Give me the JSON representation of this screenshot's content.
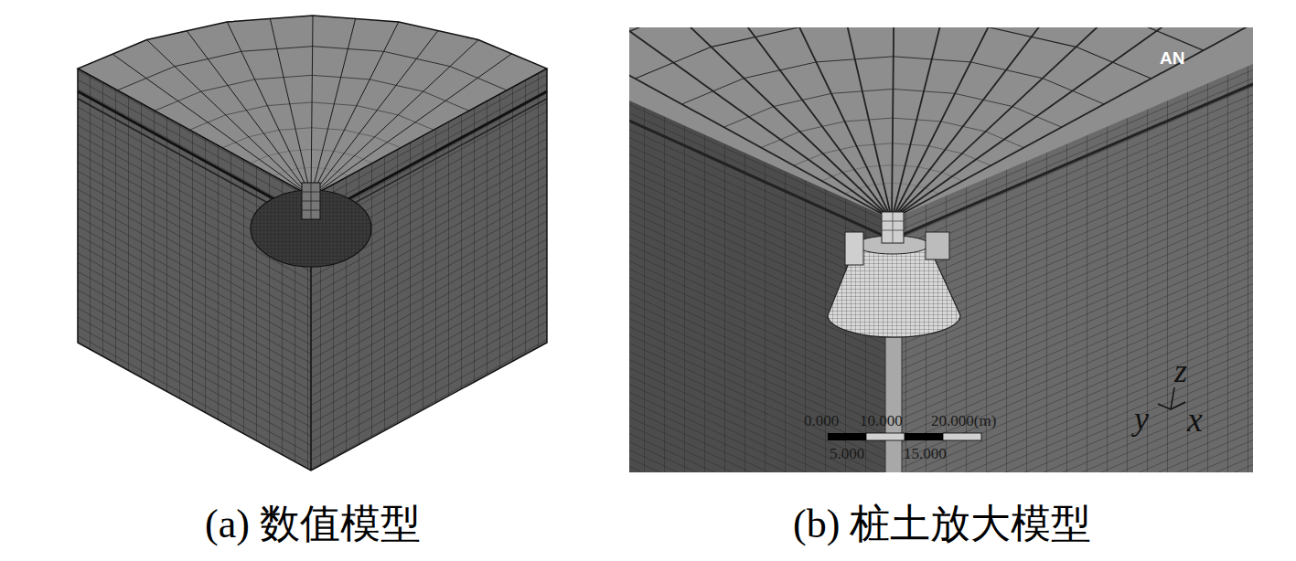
{
  "diagram": {
    "labels": [
      "AN",
      "0.000",
      "10.000",
      "20.000(m)",
      "5.000",
      "15.000",
      "z",
      "y",
      "x",
      "(a) 数值模型",
      "(b) 桩土放大模型"
    ]
  }
}
